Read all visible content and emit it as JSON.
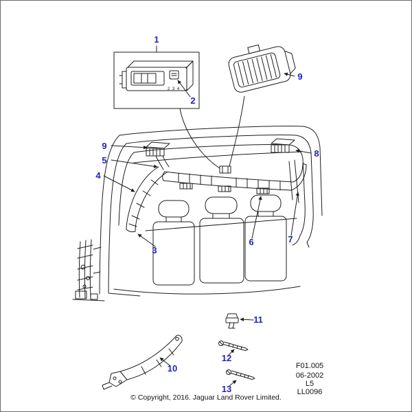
{
  "document": {
    "type": "parts-diagram",
    "background_color": "#ffffff",
    "line_color": "#1c1c1c",
    "callout_color": "#2222bd"
  },
  "callouts": {
    "c1": "1",
    "c2": "2",
    "c3": "3",
    "c4": "4",
    "c5": "5",
    "c6": "6",
    "c7": "7",
    "c8": "8",
    "c9_detail": "9",
    "c9_installed": "9",
    "c10": "10",
    "c11": "11",
    "c12": "12",
    "c13": "13"
  },
  "inset_panel": {
    "scale_label": "2 3 4"
  },
  "reference_block": {
    "figure_ref": "F01.005",
    "date_ref": "06-2002",
    "sheet_ref": "L5",
    "code_ref": "LL0096"
  },
  "footer": {
    "copyright": "© Copyright, 2016. Jaguar Land Rover Limited."
  }
}
